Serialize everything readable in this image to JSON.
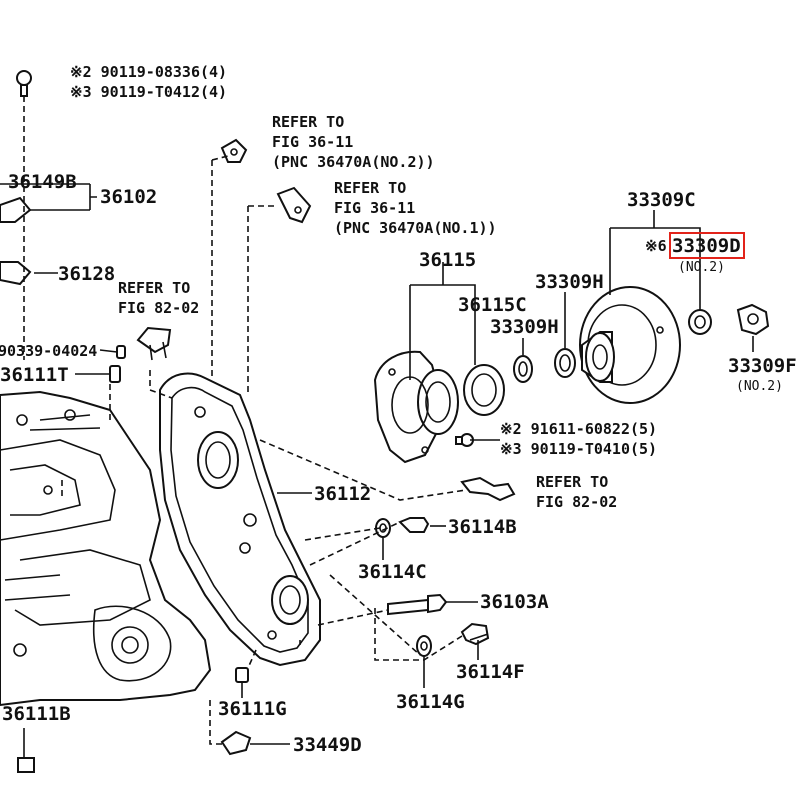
{
  "labels": {
    "bolt_a": "※2 90119-08336(4)",
    "bolt_b": "※3 90119-T0412(4)",
    "p36149b": "36149B",
    "p36102": "36102",
    "p36128": "36128",
    "p90339": "90339-04024",
    "p36111t": "36111T",
    "p36111b": "36111B",
    "ref1_line1": "REFER TO",
    "ref1_line2": "FIG 36-11",
    "ref1_line3": "(PNC 36470A(NO.2))",
    "ref2_line1": "REFER TO",
    "ref2_line2": "FIG 36-11",
    "ref2_line3": "(PNC 36470A(NO.1))",
    "ref3_line1": "REFER TO",
    "ref3_line2": "FIG 82-02",
    "ref4_line1": "REFER TO",
    "ref4_line2": "FIG 82-02",
    "p36115": "36115",
    "p36115c": "36115C",
    "p33309h_a": "33309H",
    "p33309h_b": "33309H",
    "p33309c": "33309C",
    "p33309d_prefix": "※6",
    "p33309d": "33309D",
    "p33309d_note": "(NO.2)",
    "p33309f": "33309F",
    "p33309f_note": "(NO.2)",
    "bolt_c": "※2 91611-60822(5)",
    "bolt_d": "※3 90119-T0410(5)",
    "p36112": "36112",
    "p36114b": "36114B",
    "p36114c": "36114C",
    "p36103a": "36103A",
    "p36114f": "36114F",
    "p36114g": "36114G",
    "p36111g": "36111G",
    "p33449d": "33449D"
  },
  "highlight_color": "#e2231a",
  "line_color": "#111111",
  "background": "#ffffff"
}
